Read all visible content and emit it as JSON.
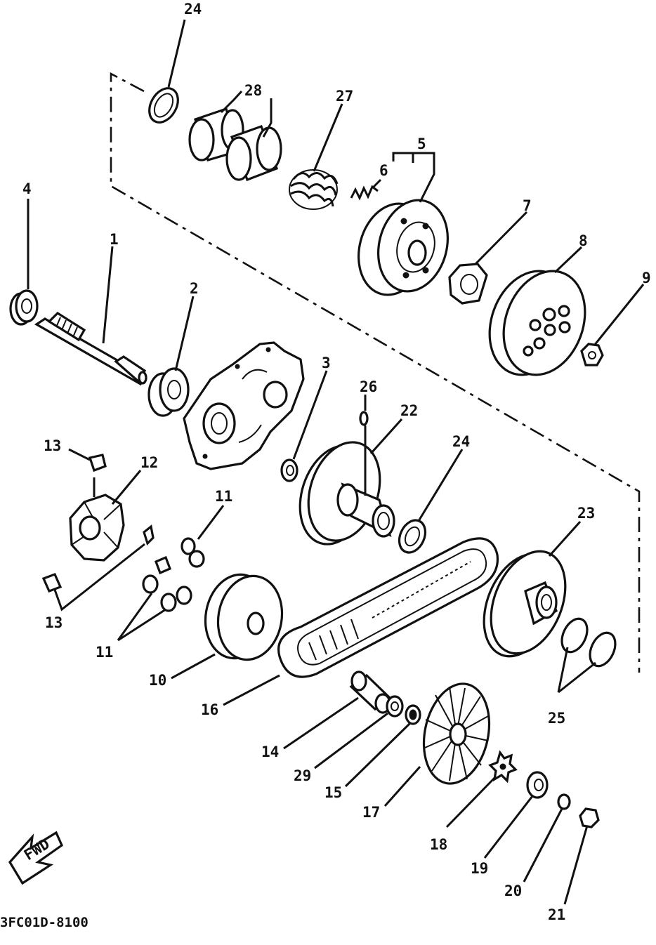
{
  "figure_code": "3FC01D-8100",
  "fwd_label": "FWD",
  "callouts": {
    "c1": "1",
    "c2": "2",
    "c3": "3",
    "c4": "4",
    "c5": "5",
    "c6": "6",
    "c7": "7",
    "c8": "8",
    "c9": "9",
    "c10": "10",
    "c11a": "11",
    "c11b": "11",
    "c12": "12",
    "c13a": "13",
    "c13b": "13",
    "c14": "14",
    "c15": "15",
    "c16": "16",
    "c17": "17",
    "c18": "18",
    "c19": "19",
    "c20": "20",
    "c21": "21",
    "c22": "22",
    "c23": "23",
    "c24a": "24",
    "c24b": "24",
    "c25": "25",
    "c26": "26",
    "c27": "27",
    "c28": "28",
    "c29": "29"
  }
}
